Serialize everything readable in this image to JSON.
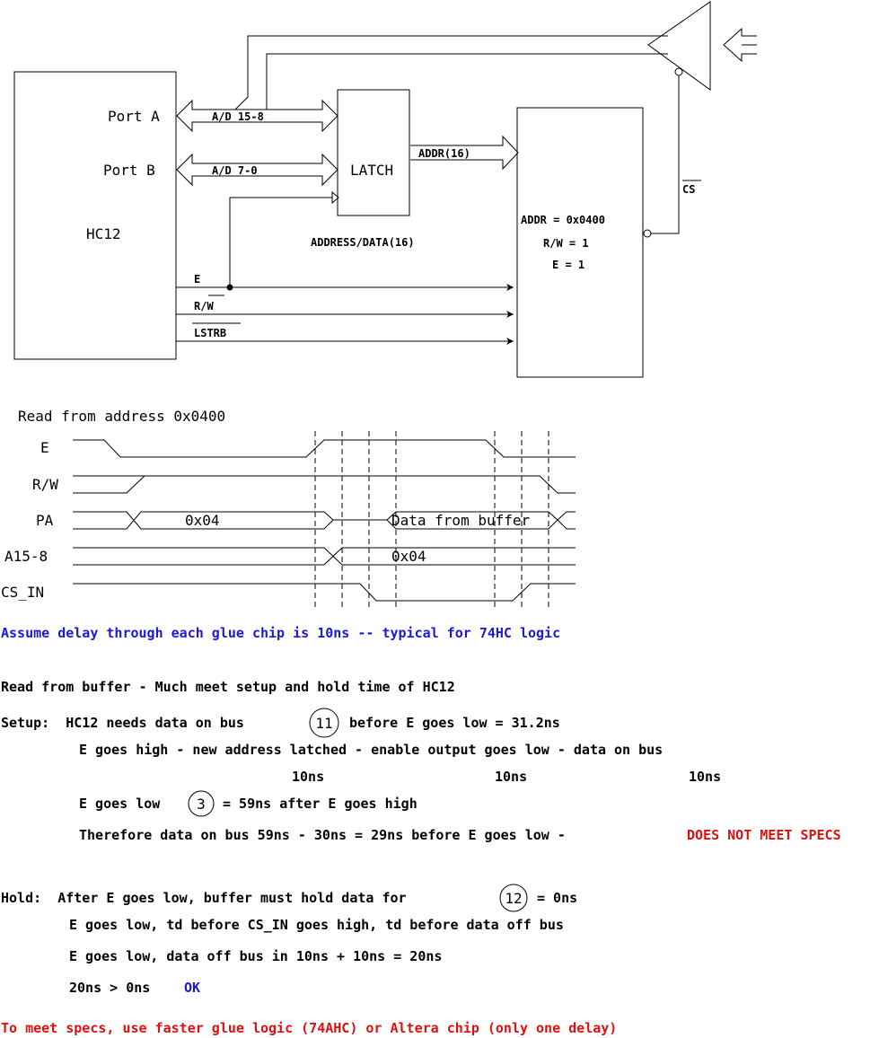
{
  "block_diagram": {
    "hc12": "HC12",
    "port_a": "Port A",
    "port_b": "Port B",
    "ad_hi": "A/D 15-8",
    "ad_lo": "A/D  7-0",
    "latch": "LATCH",
    "addr_bus": "ADDR(16)",
    "address_data": "ADDRESS/DATA(16)",
    "cs": "CS",
    "decoder_addr": "ADDR = 0x0400",
    "decoder_rw": "R/W = 1",
    "decoder_e": "E = 1",
    "sig_e": "E",
    "sig_rw": "R/W",
    "sig_lstrb": "LSTRB"
  },
  "timing": {
    "title": "Read from address 0x0400",
    "row_e": "E",
    "row_rw": "R/W",
    "row_pa": "PA",
    "row_a15": "A15-8",
    "row_csin": "CS_IN",
    "pa_value": "0x04",
    "pa_data": "Data from buffer",
    "a15_value": "0x04"
  },
  "notes": {
    "assume": "Assume delay through each glue chip is 10ns -- typical for 74HC logic",
    "read_from_buffer": "Read from buffer - Much meet setup and hold time of HC12",
    "setup_a": "Setup:  HC12 needs data on bus",
    "setup_num": "11",
    "setup_b": "before E goes low = 31.2ns",
    "setup_chain": "E goes high - new address latched - enable output goes low - data on bus",
    "ns1": "10ns",
    "ns2": "10ns",
    "ns3": "10ns",
    "egl_a": "E goes low",
    "egl_num": "3",
    "egl_b": "= 59ns after E goes high",
    "therefore": "Therefore data on bus 59ns - 30ns = 29ns before E goes low -",
    "not_meet": "DOES NOT MEET SPECS",
    "hold_a": "Hold:  After E goes low, buffer must hold data for",
    "hold_num": "12",
    "hold_b": "= 0ns",
    "hold_chain": "E goes low, td before CS_IN goes high, td before data off bus",
    "hold_calc": "E goes low, data off bus in 10ns + 10ns = 20ns",
    "hold_cmp": "20ns > 0ns",
    "ok": "OK",
    "conclusion": "To meet specs, use faster glue logic (74AHC) or Altera chip (only one delay)"
  },
  "colors": {
    "blue": "#1a1ad6",
    "red": "#e01010"
  }
}
